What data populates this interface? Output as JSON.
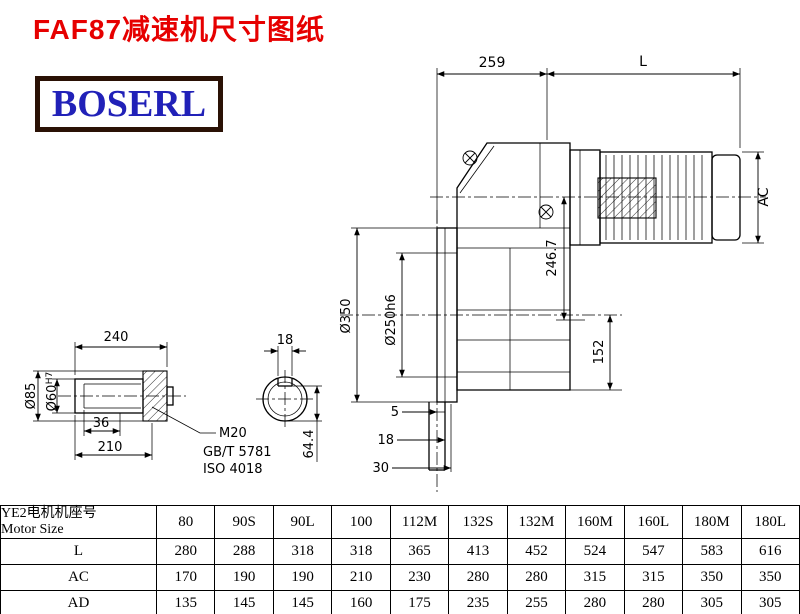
{
  "page": {
    "title": "FAF87减速机尺寸图纸",
    "logo": "BOSERL"
  },
  "colors": {
    "title_red": "#e60000",
    "logo_blue": "#2121b8",
    "logo_border": "#2a1105",
    "line_black": "#000000"
  },
  "dims": {
    "top_width": "259",
    "motor_length": "L",
    "motor_diameter": "AC",
    "flange_diameter": "Ø350",
    "spigot_diameter": "Ø250h6",
    "axis_height": "246.7",
    "lower_height": "152",
    "step1": "5",
    "step2": "18",
    "step3": "30",
    "shaft_length": "240",
    "key_width": "18",
    "hub_diameter": "Ø85",
    "bore_diameter": "Ø60",
    "bore_tolerance": "H7",
    "key_len": "36",
    "shaft_ext": "210",
    "key_height": "64.4",
    "thread": "M20",
    "standard_gb": "GB/T 5781",
    "standard_iso": "ISO 4018"
  },
  "table": {
    "header_cn": "YE2电机机座号",
    "header_en": "Motor Size",
    "columns": [
      "80",
      "90S",
      "90L",
      "100",
      "112M",
      "132S",
      "132M",
      "160M",
      "160L",
      "180M",
      "180L"
    ],
    "rows": [
      {
        "label": "L",
        "values": [
          "280",
          "288",
          "318",
          "318",
          "365",
          "413",
          "452",
          "524",
          "547",
          "583",
          "616"
        ]
      },
      {
        "label": "AC",
        "values": [
          "170",
          "190",
          "190",
          "210",
          "230",
          "280",
          "280",
          "315",
          "315",
          "350",
          "350"
        ]
      },
      {
        "label": "AD",
        "values": [
          "135",
          "145",
          "145",
          "160",
          "175",
          "235",
          "255",
          "280",
          "280",
          "305",
          "305"
        ]
      }
    ]
  }
}
